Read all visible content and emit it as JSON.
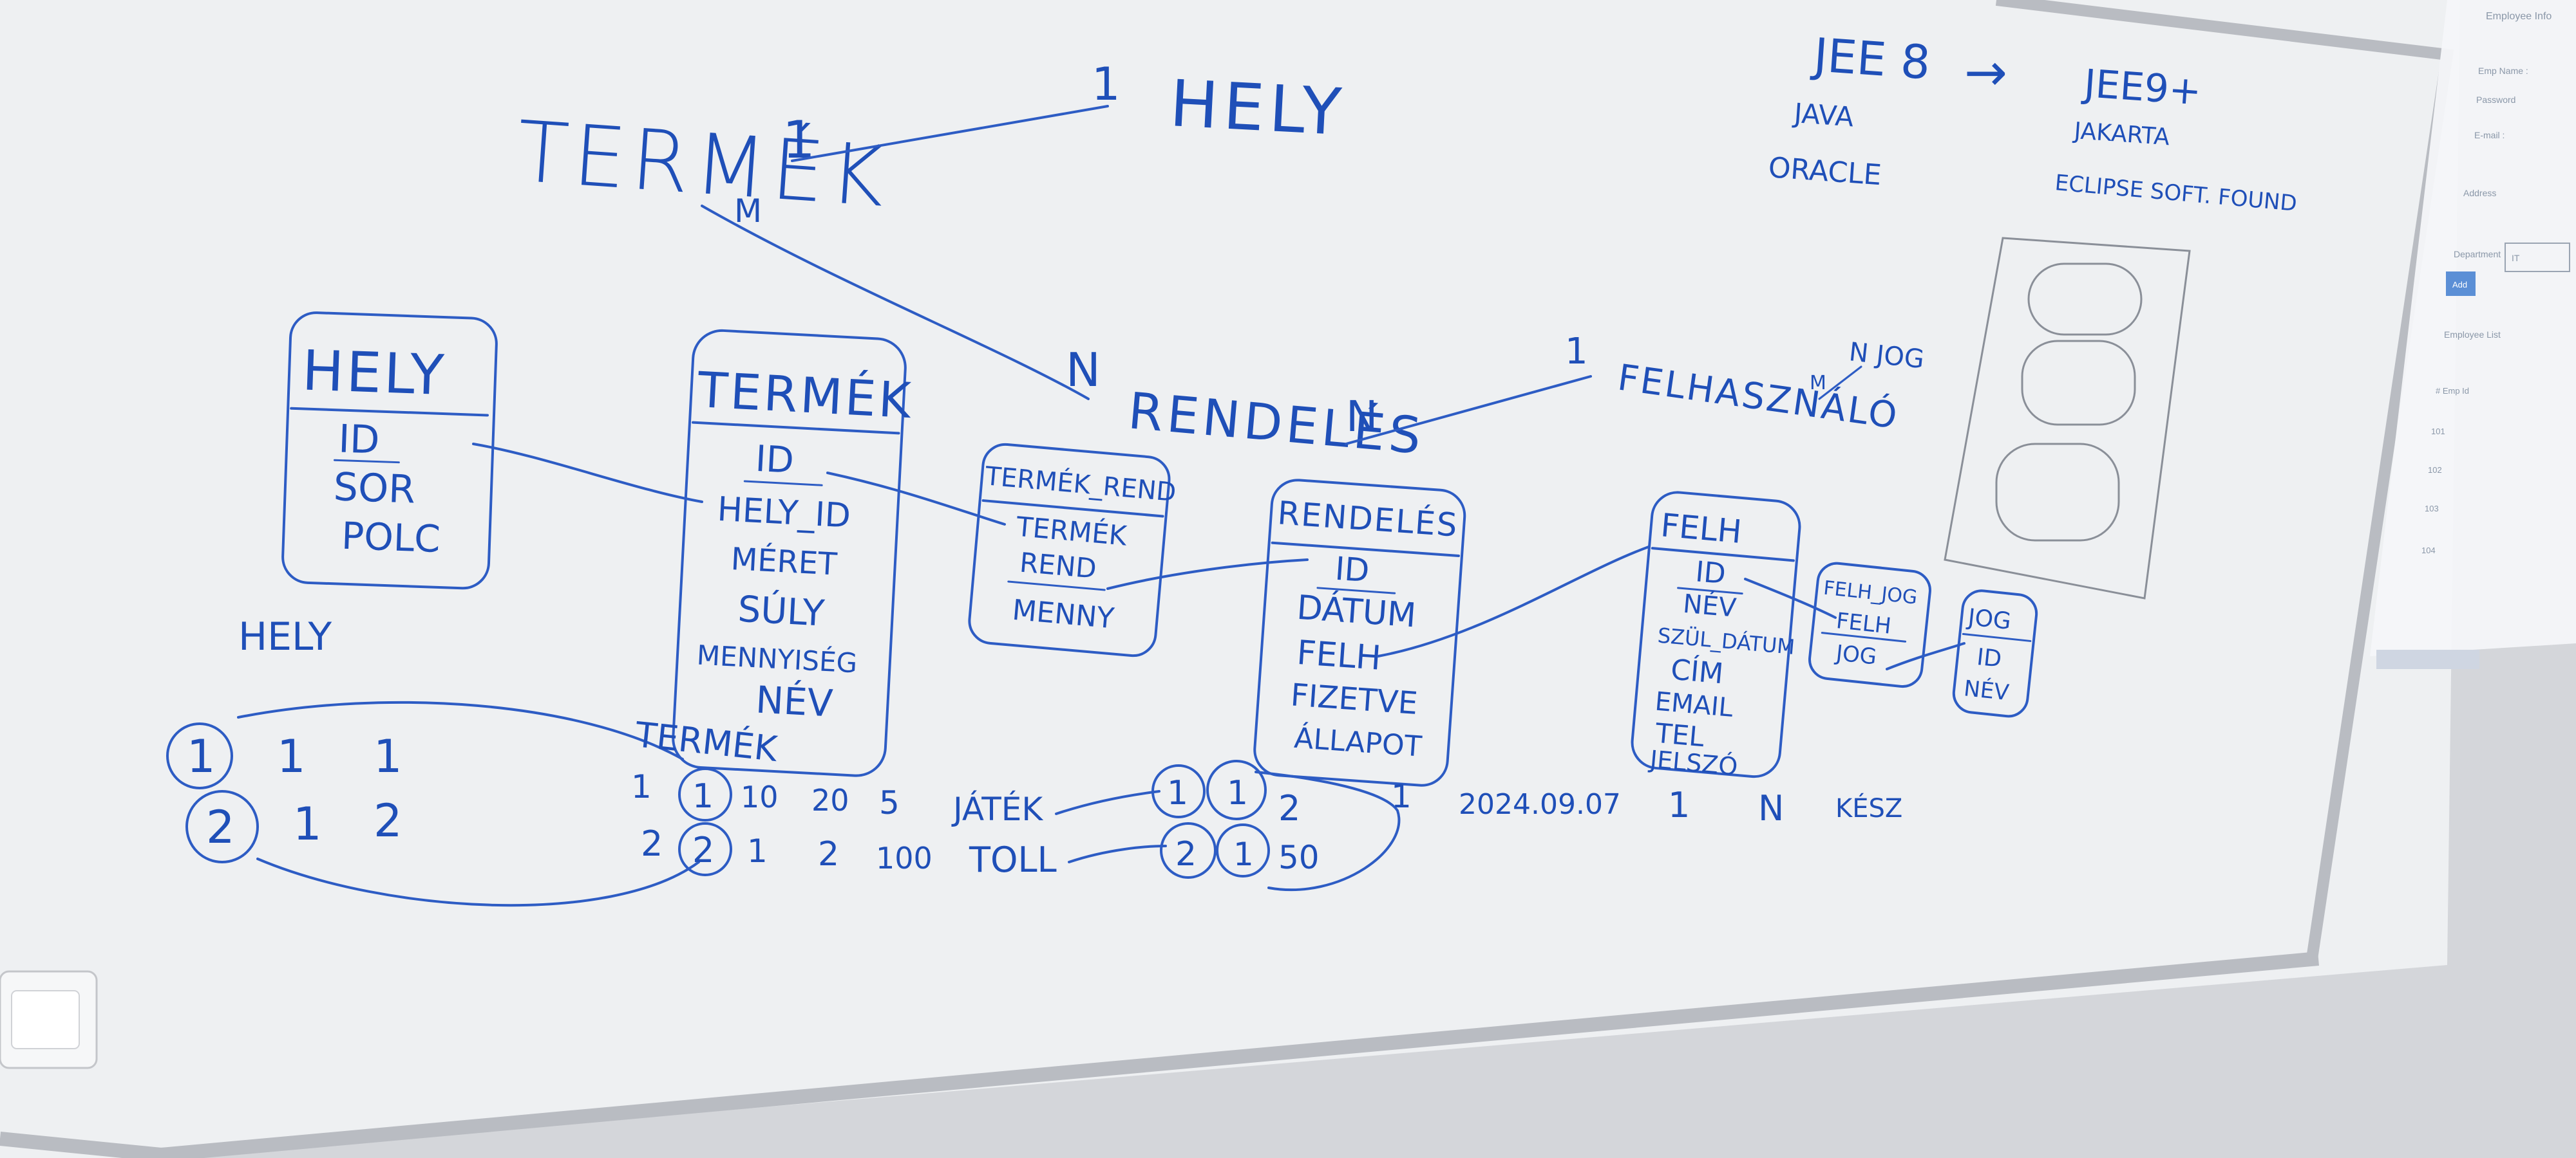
{
  "whiteboard": {
    "colors": {
      "ink": "#1f4fb8",
      "board": "#f1f2f4",
      "frame": "#b9bcc2",
      "wall": "#d6d8dc"
    },
    "top_labels": {
      "termek": "TERMÉK",
      "termek_card_one": "1",
      "termek_card_many": "M",
      "hely": "HELY",
      "hely_card": "1",
      "rendeles": "RENDELÉS",
      "rendeles_card_n_left": "N",
      "rendeles_card_n_right": "N",
      "felhasznalo": "FELHASZNÁLÓ",
      "felhasznalo_card": "1",
      "felhasznalo_m": "M",
      "njog": "N JOG"
    },
    "tech_notes": {
      "jee8": "JEE 8",
      "java": "JAVA",
      "oracle": "ORACLE",
      "arrow": "→",
      "jee9": "JEE9+",
      "jakarta": "JAKARTA",
      "eclipse": "ECLIPSE SOFT. FOUND"
    },
    "tables": [
      {
        "name": "HELY",
        "fields": [
          "ID",
          "SOR",
          "POLC"
        ]
      },
      {
        "name": "TERMÉK",
        "fields": [
          "ID",
          "HELY_ID",
          "MÉRET",
          "SÚLY",
          "MENNYISÉG",
          "NÉV"
        ]
      },
      {
        "name": "TERMÉK_REND",
        "fields": [
          "TERMÉK",
          "REND",
          "MENNY"
        ]
      },
      {
        "name": "RENDELÉS",
        "fields": [
          "ID",
          "DÁTUM",
          "FELH",
          "FIZETVE",
          "ÁLLAPOT"
        ]
      },
      {
        "name": "FELH",
        "fields": [
          "ID",
          "NÉV",
          "SZÜL_DÁTUM",
          "CÍM",
          "EMAIL",
          "TEL",
          "JELSZÓ"
        ]
      },
      {
        "name": "FELH_JOG",
        "fields": [
          "FELH",
          "JOG"
        ]
      },
      {
        "name": "JOG",
        "fields": [
          "ID",
          "NÉV"
        ]
      }
    ],
    "sample_labels": {
      "hely": "HELY",
      "termek": "TERMÉK"
    },
    "hely_rows": [
      [
        "1",
        "1",
        "1"
      ],
      [
        "2",
        "1",
        "2"
      ]
    ],
    "termek_rows": [
      [
        "1",
        "1",
        "10",
        "20",
        "5",
        "JÁTÉK"
      ],
      [
        "2",
        "2",
        "1",
        "2",
        "100",
        "TOLL"
      ]
    ],
    "termek_rend_rows": [
      [
        "1",
        "1",
        "2"
      ],
      [
        "2",
        "1",
        "50"
      ]
    ],
    "rendeles_row": [
      "1",
      "2024.09.07",
      "1",
      "N",
      "KÉSZ"
    ]
  },
  "projector": {
    "title": "Employee Info",
    "fields": [
      "Emp Name :",
      "Password",
      "E-mail :",
      "Address",
      "Department"
    ],
    "department_value": "IT",
    "button": "Add",
    "list_title": "Employee List",
    "list_header": "# Emp Id",
    "list_ids": [
      "101",
      "102",
      "103",
      "104"
    ]
  }
}
